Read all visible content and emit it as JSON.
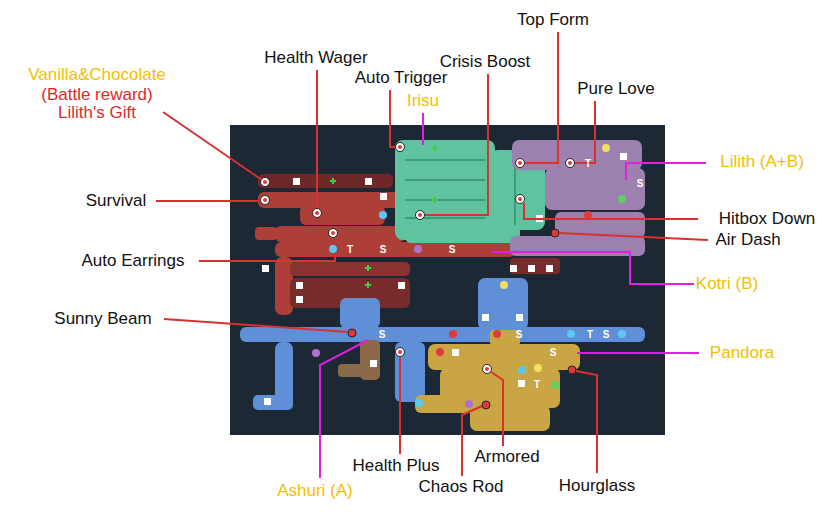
{
  "diagram": {
    "labels": [
      "Top Form",
      "Health Wager",
      "Crisis Boost",
      "Vanilla&Chocolate",
      "Auto Trigger",
      "(Battle reward)",
      "Irisu",
      "Pure Love",
      "Lilith's Gift",
      "Lilith (A+B)",
      "Survival",
      "Hitbox Down",
      "Air Dash",
      "Auto Earrings",
      "Kotri (B)",
      "Sunny Beam",
      "Pandora",
      "Armored",
      "Health Plus",
      "Ashuri (A)",
      "Chaos Rod",
      "Hourglass",
      "T",
      "S",
      "T",
      "S",
      "S",
      "S",
      "S",
      "T",
      "S",
      "S",
      "T"
    ]
  }
}
